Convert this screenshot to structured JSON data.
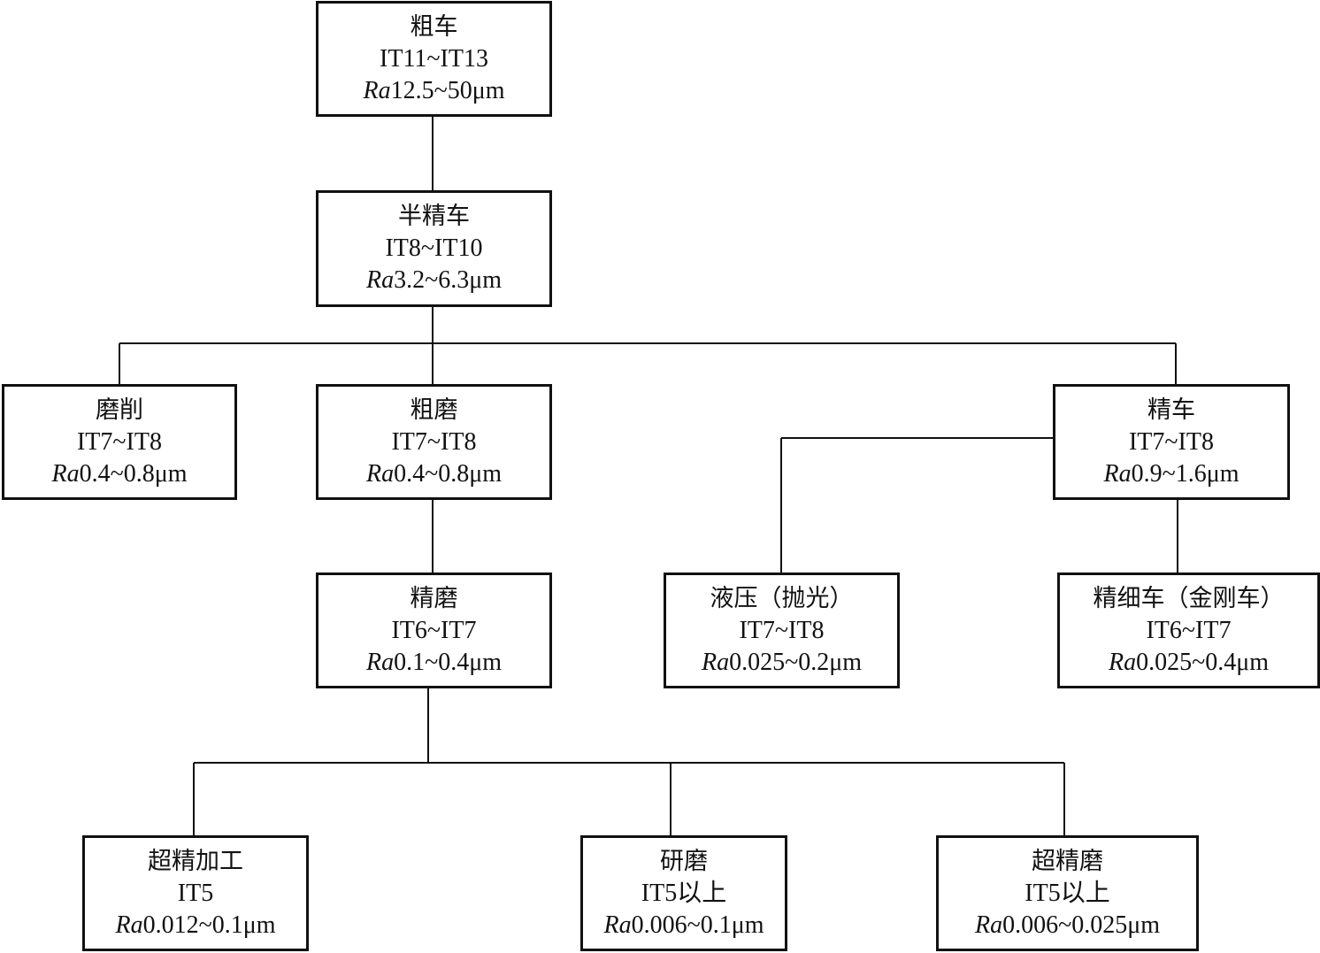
{
  "nodes": [
    {
      "id": "rough-turning",
      "name": "粗车",
      "tolerance": "IT11~IT13",
      "ra_symbol": "Ra",
      "ra_value": "12.5~50μm"
    },
    {
      "id": "semi-finish-turning",
      "name": "半精车",
      "tolerance": "IT8~IT10",
      "ra_symbol": "Ra",
      "ra_value": "3.2~6.3μm"
    },
    {
      "id": "grinding",
      "name": "磨削",
      "tolerance": "IT7~IT8",
      "ra_symbol": "Ra",
      "ra_value": "0.4~0.8μm"
    },
    {
      "id": "rough-grinding",
      "name": "粗磨",
      "tolerance": "IT7~IT8",
      "ra_symbol": "Ra",
      "ra_value": "0.4~0.8μm"
    },
    {
      "id": "finish-turning",
      "name": "精车",
      "tolerance": "IT7~IT8",
      "ra_symbol": "Ra",
      "ra_value": "0.9~1.6μm"
    },
    {
      "id": "finish-grinding",
      "name": "精磨",
      "tolerance": "IT6~IT7",
      "ra_symbol": "Ra",
      "ra_value": "0.1~0.4μm"
    },
    {
      "id": "hydraulic-polishing",
      "name": "液压（抛光）",
      "tolerance": "IT7~IT8",
      "ra_symbol": "Ra",
      "ra_value": "0.025~0.2μm"
    },
    {
      "id": "fine-turning",
      "name": "精细车（金刚车）",
      "tolerance": "IT6~IT7",
      "ra_symbol": "Ra",
      "ra_value": "0.025~0.4μm"
    },
    {
      "id": "super-finishing",
      "name": "超精加工",
      "tolerance": "IT5",
      "ra_symbol": "Ra",
      "ra_value": "0.012~0.1μm"
    },
    {
      "id": "lapping",
      "name": "研磨",
      "tolerance": "IT5以上",
      "ra_symbol": "Ra",
      "ra_value": "0.006~0.1μm"
    },
    {
      "id": "super-grinding",
      "name": "超精磨",
      "tolerance": "IT5以上",
      "ra_symbol": "Ra",
      "ra_value": "0.006~0.025μm"
    }
  ],
  "edges": [
    [
      "rough-turning",
      "semi-finish-turning"
    ],
    [
      "semi-finish-turning",
      "grinding"
    ],
    [
      "semi-finish-turning",
      "rough-grinding"
    ],
    [
      "semi-finish-turning",
      "finish-turning"
    ],
    [
      "rough-grinding",
      "finish-grinding"
    ],
    [
      "finish-turning",
      "hydraulic-polishing"
    ],
    [
      "finish-turning",
      "fine-turning"
    ],
    [
      "finish-grinding",
      "super-finishing"
    ],
    [
      "finish-grinding",
      "lapping"
    ],
    [
      "finish-grinding",
      "super-grinding"
    ]
  ]
}
